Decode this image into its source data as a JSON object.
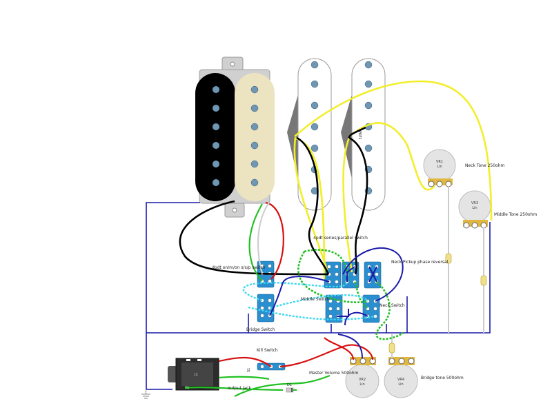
{
  "labels": {
    "series_parallel": "4pdt series/parallel switch",
    "neck_phase": "Neck Pickup phase reversal",
    "neck_tone": "Neck Tone 250ohm",
    "middle_tone": "Middle Tone 250ohm",
    "dpdt_onmon": "dpdt on/m/on s/s/p switch",
    "middle_switch": "Middle Switch",
    "neck_switch": "Neck Switch",
    "bridge_switch": "Bridge Switch",
    "kill_switch": "Kill Switch",
    "master_volume": "Master Volume 500ohm",
    "bridge_tone": "Bridge tone 500ohm",
    "output_jack": "output jack",
    "jack_id": "J1",
    "diode": "D1",
    "s1": "S1",
    "pickup_mid": "PKP1"
  },
  "pots": {
    "vr1": {
      "name": "VR1",
      "taper": "Lin"
    },
    "vr2": {
      "name": "VR2",
      "taper": "Lin"
    },
    "vr3": {
      "name": "VR3",
      "taper": "Lin"
    },
    "vr4": {
      "name": "VR4",
      "taper": "Lin"
    }
  },
  "colors": {
    "ground": "#1a1aa8",
    "wire_black": "#000000",
    "wire_yellow": "#f2ee2a",
    "wire_red": "#d81010",
    "wire_green": "#22c022",
    "wire_cyan": "#3cd8f0",
    "wire_white": "#cfcfcf",
    "switch_blue": "#2a8fd0",
    "cream": "#ece3c0"
  }
}
